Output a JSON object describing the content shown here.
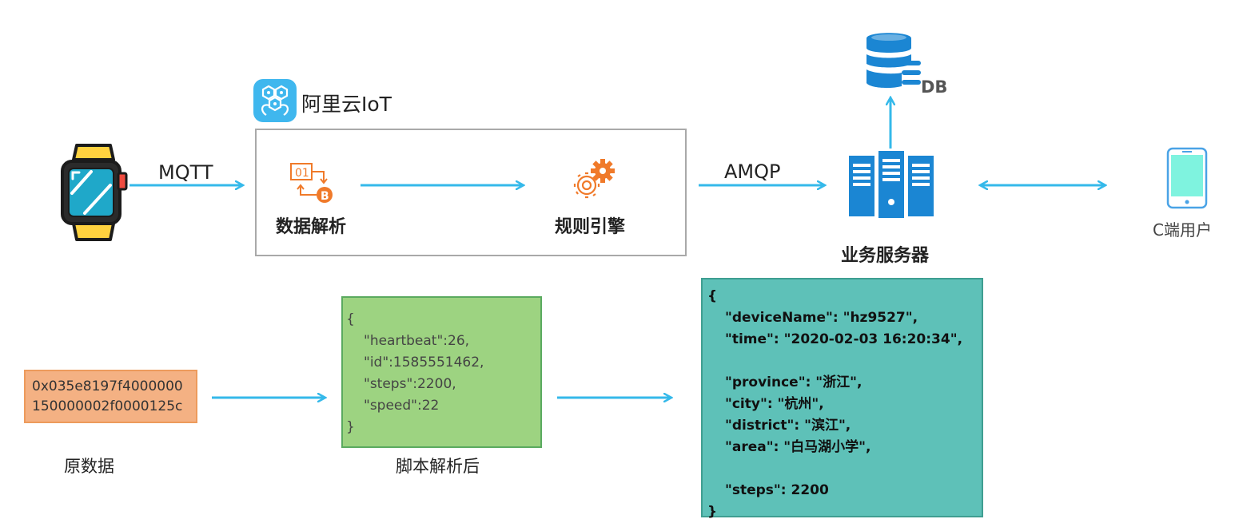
{
  "iot": {
    "brand": "阿里云IoT",
    "parse_label": "数据解析",
    "rule_label": "规则引擎"
  },
  "protocols": {
    "mqtt": "MQTT",
    "amqp": "AMQP"
  },
  "server": {
    "label": "业务服务器",
    "db": "DB"
  },
  "client": {
    "label": "C端用户"
  },
  "raw": {
    "line1": "0x035e8197f4000000",
    "line2": "150000002f0000125c",
    "caption": "原数据"
  },
  "parsed": {
    "caption": "脚本解析后",
    "open": "{",
    "lines": [
      "\"heartbeat\":26,",
      "\"id\":1585551462,",
      "\"steps\":2200,",
      "\"speed\":22"
    ],
    "close": "}"
  },
  "message": {
    "open": "{",
    "lines": [
      "\"deviceName\": \"hz9527\",",
      "\"time\": \"2020-02-03 16:20:34\",",
      "",
      "\"province\": \"浙江\",",
      "\"city\": \"杭州\",",
      "\"district\": \"滨江\",",
      "\"area\": \"白马湖小学\",",
      "",
      "\"steps\": 2200"
    ],
    "close": "}"
  },
  "colors": {
    "arrow": "#35b9ea",
    "iot_icon": "#3fb7ee",
    "server": "#1b86d3",
    "orange": "#f07a2a"
  }
}
